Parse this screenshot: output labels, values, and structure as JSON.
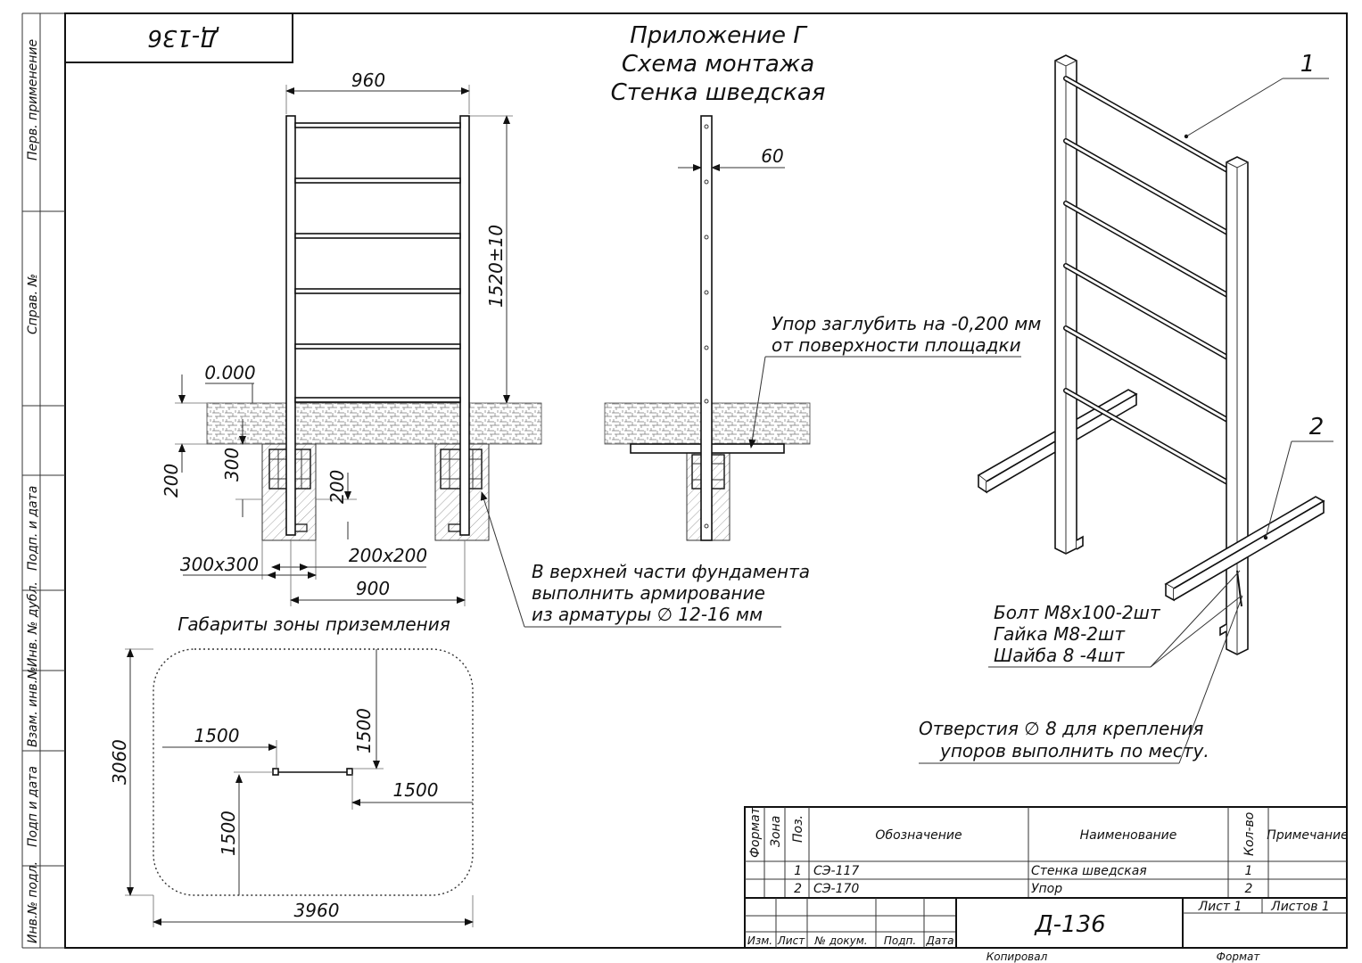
{
  "drawing_code": "Д-136",
  "title": {
    "line1": "Приложение Г",
    "line2": "Схема монтажа",
    "line3": "Стенка шведская"
  },
  "side_strip": {
    "perv_primenenie": "Перв. применение",
    "sprav_no": "Справ. №",
    "podp_data_1": "Подп. и дата",
    "inv_dubl": "Инв. № дубл.",
    "vzam_inv": "Взам. инв.№",
    "podp_data_2": "Подп и дата",
    "inv_podl": "Инв.№ подл."
  },
  "front_view": {
    "width_dim": "960",
    "height_dim": "1520±10",
    "level": "0.000",
    "dim_200_left": "200",
    "dim_300": "300",
    "dim_200_right": "200",
    "size_300x300": "300x300",
    "size_200x200": "200x200",
    "spacing_900": "900"
  },
  "side_view": {
    "width_dim": "60",
    "note_line1": "Упор заглубить на -0,200 мм",
    "note_line2": "от поверхности площадки"
  },
  "foundation_note": {
    "line1": "В верхней части фундамента",
    "line2": "выполнить армирование",
    "line3": "из арматуры ∅ 12-16 мм"
  },
  "zone": {
    "title": "Габариты зоны приземления",
    "dim_1500_top": "1500",
    "dim_1500_right_vertical": "1500",
    "dim_1500_right": "1500",
    "dim_1500_left_vertical": "1500",
    "dim_3060": "3060",
    "dim_3960": "3960"
  },
  "iso_view": {
    "callout_1": "1",
    "callout_2": "2",
    "hardware_line1": "Болт М8х100-2шт",
    "hardware_line2": "Гайка М8-2шт",
    "hardware_line3": "Шайба 8 -4шт",
    "holes_line1": "Отверстия ∅ 8 для крепления",
    "holes_line2": "упоров выполнить по месту."
  },
  "spec_table": {
    "headers": {
      "format": "Формат",
      "zone": "Зона",
      "pos": "Поз.",
      "designation": "Обозначение",
      "name": "Наименование",
      "qty": "Кол-во",
      "note": "Примечание"
    },
    "rows": [
      {
        "pos": "1",
        "designation": "СЭ-117",
        "name": "Стенка шведская",
        "qty": "1"
      },
      {
        "pos": "2",
        "designation": "СЭ-170",
        "name": "Упор",
        "qty": "2"
      }
    ]
  },
  "title_block": {
    "code": "Д-136",
    "sheet": "Лист 1",
    "sheets": "Листов 1",
    "izm": "Изм.",
    "list": "Лист",
    "doc_no": "№ докум.",
    "podp": "Подп.",
    "data": "Дата",
    "kopiroval": "Копировал",
    "format": "Формат"
  }
}
